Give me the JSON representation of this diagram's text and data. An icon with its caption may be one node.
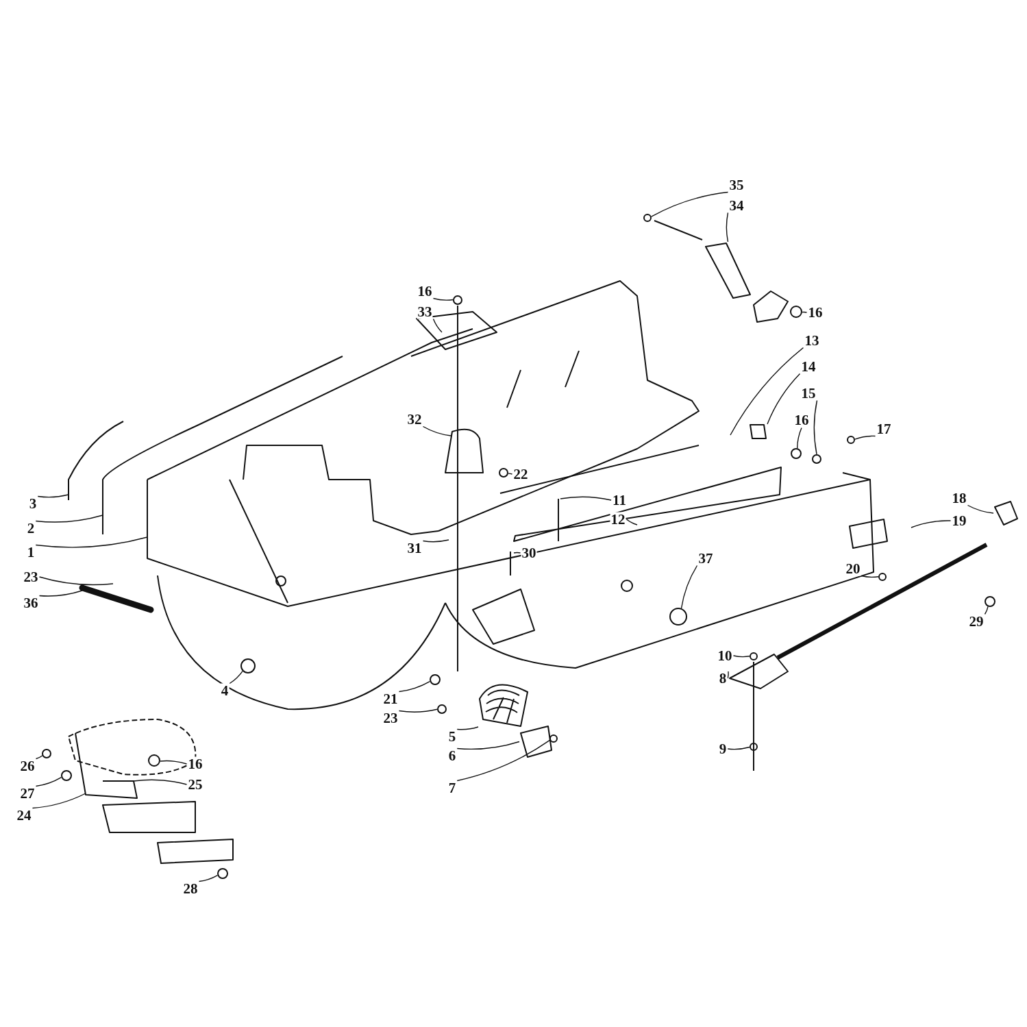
{
  "diagram": {
    "nodes": [
      {
        "text": [
          "35"
        ]
      },
      {
        "text": [
          "34"
        ]
      },
      {
        "text": [
          "16"
        ]
      },
      {
        "text": [
          "33"
        ]
      },
      {
        "text": [
          "16"
        ]
      },
      {
        "text": [
          "13"
        ]
      },
      {
        "text": [
          "14"
        ]
      },
      {
        "text": [
          "15"
        ]
      },
      {
        "text": [
          "16"
        ]
      },
      {
        "text": [
          "17"
        ]
      },
      {
        "text": [
          "32"
        ]
      },
      {
        "text": [
          "22"
        ]
      },
      {
        "text": [
          "3"
        ]
      },
      {
        "text": [
          "11"
        ]
      },
      {
        "text": [
          "12"
        ]
      },
      {
        "text": [
          "2"
        ]
      },
      {
        "text": [
          "18"
        ]
      },
      {
        "text": [
          "19"
        ]
      },
      {
        "text": [
          "1"
        ]
      },
      {
        "text": [
          "31"
        ]
      },
      {
        "text": [
          "30"
        ]
      },
      {
        "text": [
          "20"
        ]
      },
      {
        "text": [
          "23"
        ]
      },
      {
        "text": [
          "37"
        ]
      },
      {
        "text": [
          "36"
        ]
      },
      {
        "text": [
          "29"
        ]
      },
      {
        "text": [
          "10"
        ]
      },
      {
        "text": [
          "4"
        ]
      },
      {
        "text": [
          "8"
        ]
      },
      {
        "text": [
          "21"
        ]
      },
      {
        "text": [
          "23"
        ]
      },
      {
        "text": [
          "5"
        ]
      },
      {
        "text": [
          "16"
        ]
      },
      {
        "text": [
          "6"
        ]
      },
      {
        "text": [
          "27"
        ]
      },
      {
        "text": [
          "25"
        ]
      },
      {
        "text": [
          "9"
        ]
      },
      {
        "text": [
          "7"
        ]
      },
      {
        "text": [
          "24"
        ]
      },
      {
        "text": [
          "26"
        ]
      },
      {
        "text": [
          "28"
        ]
      },
      {
        "text": [],
        "shape": "circle"
      },
      {
        "text": [],
        "shape": "picture"
      },
      {
        "text": [],
        "shape": "circle"
      },
      {
        "text": [],
        "shape": "circle"
      },
      {
        "text": [],
        "shape": "picture"
      },
      {
        "text": [],
        "shape": "circle"
      },
      {
        "text": [],
        "shape": "circle"
      },
      {
        "text": [],
        "shape": "circle"
      },
      {
        "text": [],
        "shape": "circle"
      },
      {
        "text": [],
        "shape": "picture"
      },
      {
        "text": [],
        "shape": "circle"
      },
      {
        "text": [],
        "shape": "circle"
      },
      {
        "text": [],
        "shape": "circle"
      },
      {
        "text": [],
        "shape": "circle"
      },
      {
        "text": [],
        "shape": "circle"
      },
      {
        "text": [],
        "shape": "picture"
      },
      {
        "text": [],
        "shape": "circle"
      },
      {
        "text": [],
        "shape": "circle"
      },
      {
        "text": [],
        "shape": "picture"
      },
      {
        "text": [],
        "shape": "circle"
      },
      {
        "text": [],
        "shape": "picture"
      },
      {
        "text": [],
        "shape": "circle"
      },
      {
        "text": [],
        "shape": "circle"
      },
      {
        "text": [],
        "shape": "circle"
      },
      {
        "text": [],
        "shape": "circle"
      },
      {
        "text": [],
        "shape": "circle"
      }
    ],
    "edges": [
      {
        "from": 0,
        "to": 41,
        "arrow": "none"
      },
      {
        "from": 1,
        "to": 42,
        "arrow": "none"
      },
      {
        "from": 2,
        "to": 43,
        "arrow": "none"
      },
      {
        "from": 3,
        "to": null,
        "arrow": "none"
      },
      {
        "from": 4,
        "to": 44,
        "arrow": "none"
      },
      {
        "from": 5,
        "to": null,
        "arrow": "none"
      },
      {
        "from": 6,
        "to": 45,
        "arrow": "none"
      },
      {
        "from": 7,
        "to": 48,
        "arrow": "none"
      },
      {
        "from": 8,
        "to": 47,
        "arrow": "none"
      },
      {
        "from": 9,
        "to": 46,
        "arrow": "none"
      },
      {
        "from": 10,
        "to": null,
        "arrow": "none"
      },
      {
        "from": 11,
        "to": 49,
        "arrow": "none"
      },
      {
        "from": 12,
        "to": null,
        "arrow": "none"
      },
      {
        "from": 13,
        "to": null,
        "arrow": "none"
      },
      {
        "from": 14,
        "to": null,
        "arrow": "none"
      },
      {
        "from": 15,
        "to": null,
        "arrow": "none"
      },
      {
        "from": 16,
        "to": 50,
        "arrow": "none"
      },
      {
        "from": 17,
        "to": null,
        "arrow": "none"
      },
      {
        "from": 18,
        "to": null,
        "arrow": "none"
      },
      {
        "from": 19,
        "to": null,
        "arrow": "none"
      },
      {
        "from": 20,
        "to": null,
        "arrow": "none"
      },
      {
        "from": 21,
        "to": 51,
        "arrow": "none"
      },
      {
        "from": 22,
        "to": null,
        "arrow": "none"
      },
      {
        "from": 23,
        "to": 53,
        "arrow": "none"
      },
      {
        "from": 24,
        "to": null,
        "arrow": "none"
      },
      {
        "from": 25,
        "to": 52,
        "arrow": "none"
      },
      {
        "from": 26,
        "to": 54,
        "arrow": "none"
      },
      {
        "from": 27,
        "to": 55,
        "arrow": "none"
      },
      {
        "from": 28,
        "to": 56,
        "arrow": "none"
      },
      {
        "from": 29,
        "to": 57,
        "arrow": "none"
      },
      {
        "from": 30,
        "to": 58,
        "arrow": "none"
      },
      {
        "from": 31,
        "to": 59,
        "arrow": "none"
      },
      {
        "from": 32,
        "to": 64,
        "arrow": "none"
      },
      {
        "from": 33,
        "to": 61,
        "arrow": "none"
      },
      {
        "from": 34,
        "to": 65,
        "arrow": "none"
      },
      {
        "from": 35,
        "to": null,
        "arrow": "none"
      },
      {
        "from": 36,
        "to": 62,
        "arrow": "none"
      },
      {
        "from": 37,
        "to": 60,
        "arrow": "none"
      },
      {
        "from": 38,
        "to": null,
        "arrow": "none"
      },
      {
        "from": 39,
        "to": 63,
        "arrow": "none"
      },
      {
        "from": 40,
        "to": 66,
        "arrow": "none"
      }
    ]
  }
}
